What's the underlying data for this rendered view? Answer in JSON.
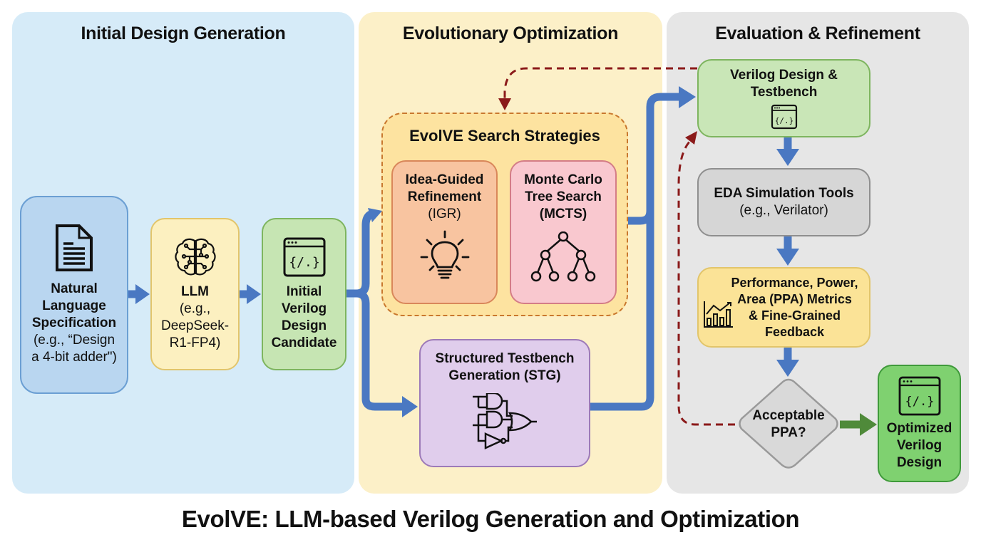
{
  "panels": [
    {
      "title": "Initial Design Generation"
    },
    {
      "title": "Evolutionary Optimization"
    },
    {
      "title": "Evaluation & Refinement"
    }
  ],
  "nodes": {
    "nl_spec": {
      "title_lines": [
        "Natural",
        "Language",
        "Specification"
      ],
      "subtitle_lines": [
        "(e.g., “Design",
        "a 4-bit adder\")"
      ],
      "icon": "document-icon"
    },
    "llm": {
      "title": "LLM",
      "subtitle_lines": [
        "(e.g.,",
        "DeepSeek-",
        "R1-FP4)"
      ],
      "icon": "brain-circuit-icon"
    },
    "initial_candidate": {
      "title_lines": [
        "Initial",
        "Verilog",
        "Design",
        "Candidate"
      ],
      "icon": "code-window-icon"
    },
    "search_strategies": {
      "title": "EvolVE Search Strategies"
    },
    "igr": {
      "title_lines": [
        "Idea-Guided",
        "Refinement"
      ],
      "subtitle": "(IGR)",
      "icon": "lightbulb-icon"
    },
    "mcts": {
      "title_lines": [
        "Monte Carlo",
        "Tree Search",
        "(MCTS)"
      ],
      "icon": "tree-icon"
    },
    "stg": {
      "title_lines": [
        "Structured Testbench",
        "Generation (STG)"
      ],
      "icon": "logic-gates-icon"
    },
    "verilog_testbench": {
      "title_lines": [
        "Verilog Design &",
        "Testbench"
      ],
      "icon": "code-window-icon"
    },
    "eda_tools": {
      "title": "EDA Simulation Tools",
      "subtitle": "(e.g., Verilator)"
    },
    "ppa_metrics": {
      "title_lines": [
        "Performance, Power,",
        "Area (PPA) Metrics",
        "& Fine-Grained",
        "Feedback"
      ],
      "icon": "bar-chart-trend-icon"
    },
    "decision": {
      "title_lines": [
        "Acceptable",
        "PPA?"
      ]
    },
    "optimized": {
      "title_lines": [
        "Optimized",
        "Verilog",
        "Design"
      ],
      "icon": "code-window-icon"
    }
  },
  "code_glyph": "{/.}",
  "colors": {
    "flow_arrow": "#4a78c2",
    "feedback_arrow": "#8b1a1a",
    "success_arrow": "#4f8a3a"
  },
  "footer": {
    "title": "EvolVE: LLM-based Verilog Generation and Optimization"
  }
}
